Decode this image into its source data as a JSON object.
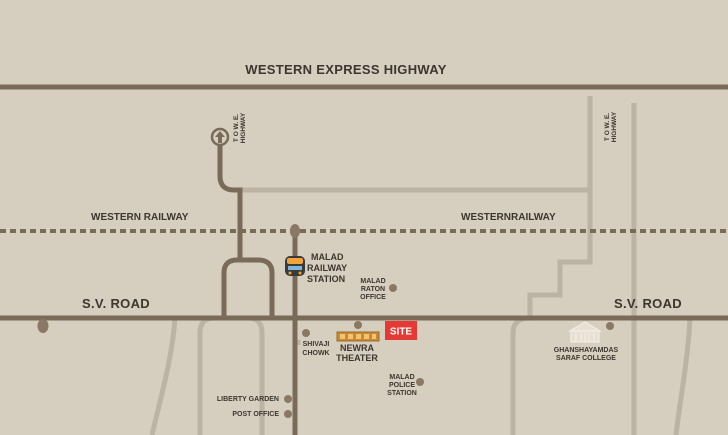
{
  "roads": {
    "western_express_highway": "WESTERN EXPRESS HIGHWAY",
    "sv_road_left": "S.V. ROAD",
    "sv_road_right": "S.V. ROAD",
    "to_weh_left_line1": "T O W. E.",
    "to_weh_left_line2": "HIGHWAY",
    "to_weh_right_line1": "T O W. E.",
    "to_weh_right_line2": "HIGHWAY"
  },
  "railway": {
    "left_label": "WESTERN RAILWAY",
    "right_label": "WESTERNRAILWAY"
  },
  "landmarks": {
    "station_line1": "MALAD",
    "station_line2": "RAILWAY",
    "station_line3": "STATION",
    "raton_line1": "MALAD",
    "raton_line2": "RATON",
    "raton_line3": "OFFICE",
    "shivaji_line1": "SHIVAJI",
    "shivaji_line2": "CHOWK",
    "newra_line1": "NEWRA",
    "newra_line2": "THEATER",
    "site": "SITE",
    "police_line1": "MALAD",
    "police_line2": "POLICE",
    "police_line3": "STATION",
    "college_line1": "GHANSHAYAMDAS",
    "college_line2": "SARAF COLLEGE",
    "liberty_garden": "LIBERTY GARDEN",
    "post_office": "POST OFFICE"
  },
  "colors": {
    "background": "#d6cebf",
    "major_road": "#7a6a58",
    "minor_road": "#bdb3a4",
    "marker": "#8a7864",
    "site_marker": "#e53935",
    "text": "#3d3630"
  },
  "icons": {
    "station": "train-icon",
    "theater": "theater-sign-icon",
    "college": "college-building-icon",
    "direction": "arrow-up-icon"
  }
}
